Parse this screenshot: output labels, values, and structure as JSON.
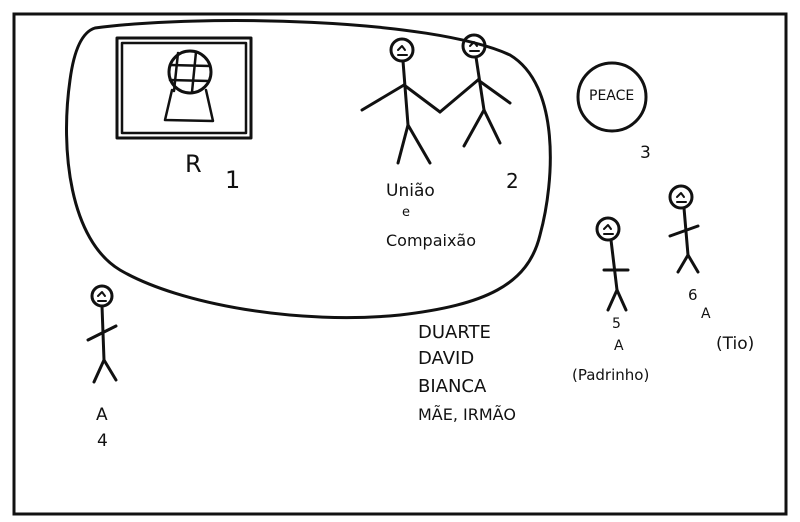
{
  "labels": {
    "r": "R",
    "n1": "1",
    "uniao": "União",
    "e": "e",
    "compaixao": "Compaixão",
    "n2": "2",
    "peace": "PEACE",
    "n3": "3",
    "a4": "A",
    "n4": "4",
    "n5": "5",
    "a5": "A",
    "padrinho": "(Padrinho)",
    "n6": "6",
    "a6": "A",
    "tio": "(Tio)",
    "duarte": "DUARTE",
    "david": "DAVID",
    "bianca": "BIANCA",
    "mae_irmao": "MÃE, IRMÃO"
  },
  "colors": {
    "ink": "#111111",
    "paper": "#ffffff"
  }
}
